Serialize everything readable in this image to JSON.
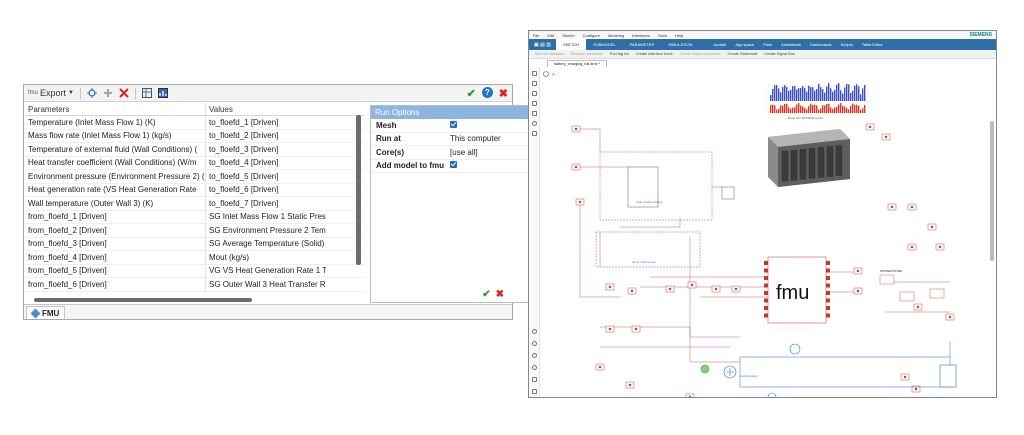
{
  "fmu_panel": {
    "toolbar": {
      "export_label": "Export",
      "fmu_prefix": "fmu"
    },
    "columns": [
      "Parameters",
      "Values"
    ],
    "rows": [
      [
        "Temperature (Inlet Mass Flow 1) (K)",
        "to_floefd_1 [Driven]"
      ],
      [
        "Mass flow rate (Inlet Mass Flow 1) (kg/s)",
        "to_floefd_2 [Driven]"
      ],
      [
        "Temperature of external fluid (Wall Conditions) (",
        "to_floefd_3 [Driven]"
      ],
      [
        "Heat transfer coefficient (Wall Conditions) (W/m",
        "to_floefd_4 [Driven]"
      ],
      [
        "Environment pressure (Environment Pressure 2) (",
        "to_floefd_5 [Driven]"
      ],
      [
        "Heat generation rate (VS Heat Generation Rate",
        "to_floefd_6 [Driven]"
      ],
      [
        "Wall temperature (Outer Wall 3) (K)",
        "to_floefd_7 [Driven]"
      ],
      [
        "from_floefd_1 [Driven]",
        "SG Inlet Mass Flow 1 Static Press"
      ],
      [
        "from_floefd_2 [Driven]",
        "SG Environment Pressure 2 Temp"
      ],
      [
        "from_floefd_3 [Driven]",
        "SG Average Temperature (Solid)"
      ],
      [
        "from_floefd_4 [Driven]",
        "Mout (kg/s)"
      ],
      [
        "from_floefd_5 [Driven]",
        "VG VS Heat Generation Rate 1 T"
      ],
      [
        "from_floefd_6 [Driven]",
        "SG Outer Wall 3 Heat Transfer R"
      ]
    ],
    "run_options": {
      "title": "Run Options",
      "rows": [
        {
          "label": "Mesh",
          "value": "",
          "checked": true
        },
        {
          "label": "Run at",
          "value": "This computer",
          "checked": false
        },
        {
          "label": "Core(s)",
          "value": "[use all]",
          "checked": false
        },
        {
          "label": "Add model to fmu",
          "value": "",
          "checked": true
        }
      ]
    },
    "tab_label": "FMU"
  },
  "app": {
    "brand": "SIEMENS",
    "menu": [
      "File",
      "Edit",
      "Sketch",
      "Configure",
      "Modeling",
      "Interfaces",
      "Tools",
      "Help"
    ],
    "ribbon_tabs": [
      "SKETCH",
      "SUBMODEL",
      "PARAMETER",
      "SIMULATION"
    ],
    "ribbon_tools": [
      "Update",
      "App space",
      "Plots",
      "Animations",
      "Dashboards",
      "Scripts",
      "Table Editor"
    ],
    "tool_items": [
      "Internal variables",
      "Rename submodel",
      "Port tag list",
      "Create interface block",
      "Create supercomponent",
      "Create Statechart",
      "Create Signal Bus"
    ],
    "doc_tab": "battery_charging_full.ame *",
    "fmu_logo": "fmu",
    "labels": {
      "top_label": "Roue OC SOURCE inputs",
      "high_voltage": "High voltage battery",
      "driver": "driver intervention",
      "probe": "PROBE/PROBE",
      "pump": "cooling pump"
    }
  }
}
